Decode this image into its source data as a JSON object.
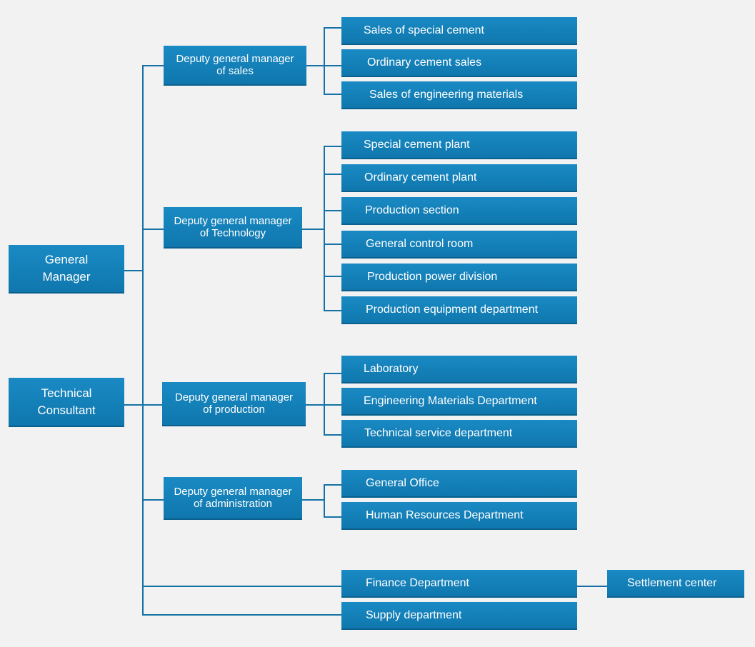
{
  "top": {
    "general_manager": "General\nManager",
    "technical_consultant": "Technical\nConsultant"
  },
  "deputies": {
    "sales": "Deputy general manager\nof sales",
    "technology": "Deputy general manager\nof Technology",
    "production": "Deputy general manager\nof production",
    "administration": "Deputy general manager\nof administration"
  },
  "sales_units": [
    "Sales of special cement",
    "Ordinary cement sales",
    "Sales of engineering materials"
  ],
  "technology_units": [
    "Special cement plant",
    "Ordinary cement plant",
    "Production section",
    "General control room",
    "Production power division",
    "Production equipment department"
  ],
  "production_units": [
    "Laboratory",
    "Engineering Materials Department",
    "Technical service department"
  ],
  "administration_units": [
    "General Office",
    "Human Resources Department"
  ],
  "direct_units": {
    "finance": "Finance Department",
    "supply": "Supply department",
    "settlement": "Settlement center"
  },
  "colors": {
    "box": "#1483bd",
    "line": "#1672a6",
    "background": "#f2f2f2",
    "text": "#ffffff"
  }
}
